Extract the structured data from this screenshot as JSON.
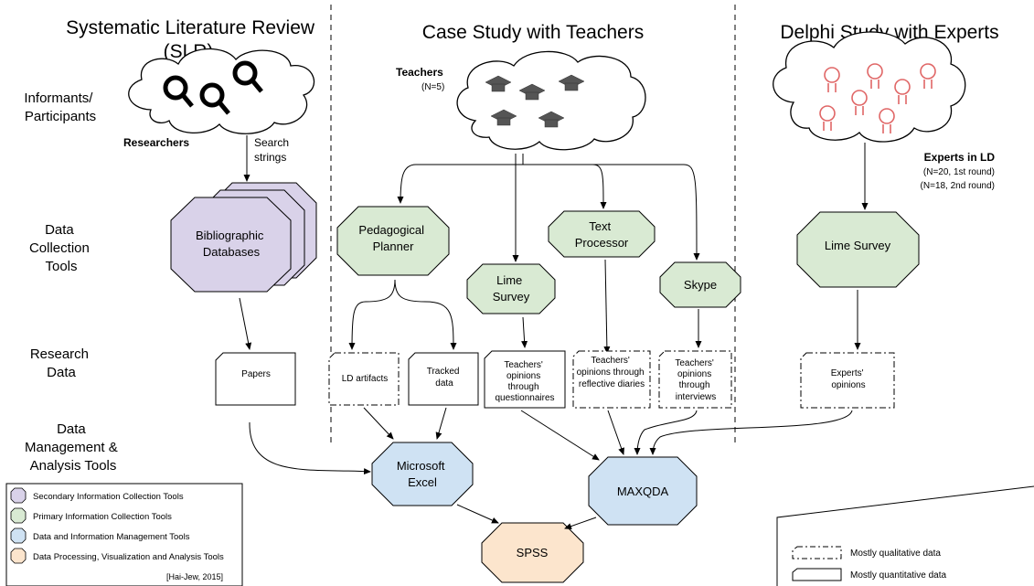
{
  "columns": {
    "slr": [
      "Systematic Literature Review",
      "(SLR)"
    ],
    "case": "Case Study with Teachers",
    "delphi": "Delphi Study with Experts"
  },
  "row_labels": {
    "informants": [
      "Informants/",
      "Participants"
    ],
    "collection": [
      "Data",
      "Collection",
      "Tools"
    ],
    "research": [
      "Research",
      "Data"
    ],
    "management": [
      "Data",
      "Management &",
      "Analysis Tools"
    ]
  },
  "participants": {
    "researchers": "Researchers",
    "teachers": "Teachers",
    "teachers_n": "(N=5)",
    "experts": "Experts in LD",
    "experts_n1": "(N=20, 1st round)",
    "experts_n2": "(N=18, 2nd round)",
    "search_strings": [
      "Search",
      "strings"
    ]
  },
  "tools": {
    "bibliographic": [
      "Bibliographic",
      "Databases"
    ],
    "pedagogical": [
      "Pedagogical",
      "Planner"
    ],
    "lime_teachers": [
      "Lime",
      "Survey"
    ],
    "text_processor": [
      "Text",
      "Processor"
    ],
    "skype": "Skype",
    "lime_experts": "Lime Survey",
    "excel": [
      "Microsoft",
      "Excel"
    ],
    "maxqda": "MAXQDA",
    "spss": "SPSS"
  },
  "research_data": {
    "papers": "Papers",
    "ld_artifacts": "LD artifacts",
    "tracked": [
      "Tracked",
      "data"
    ],
    "questionnaires": [
      "Teachers'",
      "opinions",
      "through",
      "questionnaires"
    ],
    "diaries": [
      "Teachers'",
      "opinions through",
      "reflective diaries"
    ],
    "interviews": [
      "Teachers'",
      "opinions",
      "through",
      "interviews"
    ],
    "experts_opinions": [
      "Experts'",
      "opinions"
    ]
  },
  "legend_left": {
    "items": [
      {
        "label": "Secondary Information Collection Tools",
        "color": "#d9d2e9"
      },
      {
        "label": "Primary Information Collection Tools",
        "color": "#d9ead3"
      },
      {
        "label": "Data and Information Management Tools",
        "color": "#cfe2f3"
      },
      {
        "label": "Data Processing, Visualization and Analysis Tools",
        "color": "#fce5cd"
      }
    ],
    "citation": "[Hai-Jew, 2015]"
  },
  "legend_right": {
    "qualitative": "Mostly qualitative data",
    "quantitative": "Mostly quantitative data"
  },
  "colors": {
    "purple": "#d9d2e9",
    "green": "#d9ead3",
    "blue": "#cfe2f3",
    "orange": "#fce5cd",
    "bulb": "#e06666"
  }
}
